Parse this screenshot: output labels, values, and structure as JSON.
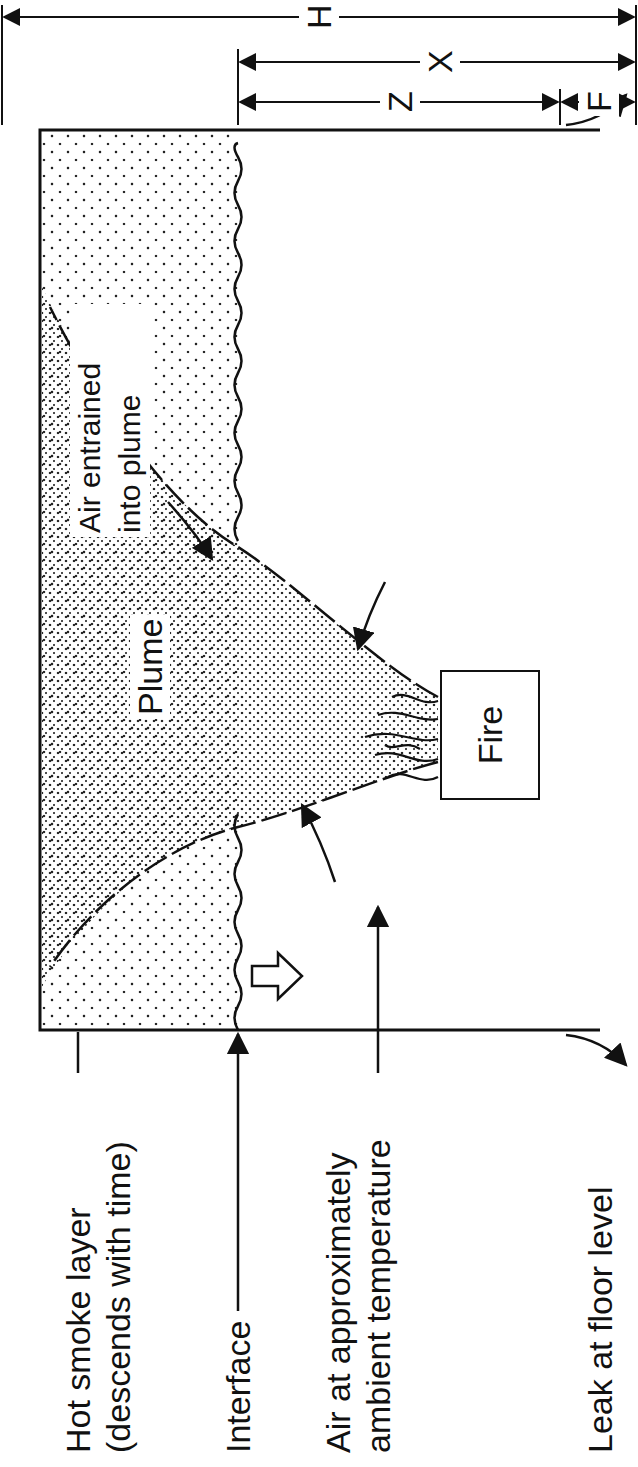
{
  "diagram": {
    "nodes": [
      {
        "text": [
          "Fire"
        ]
      }
    ],
    "labels": [
      "Hot smoke layer (descends with time)",
      "Interface",
      "Air at approximately ambient temperature",
      "Leak at floor level",
      "Plume",
      "Air entrained into plume",
      "H",
      "X",
      "Z",
      "F"
    ]
  }
}
